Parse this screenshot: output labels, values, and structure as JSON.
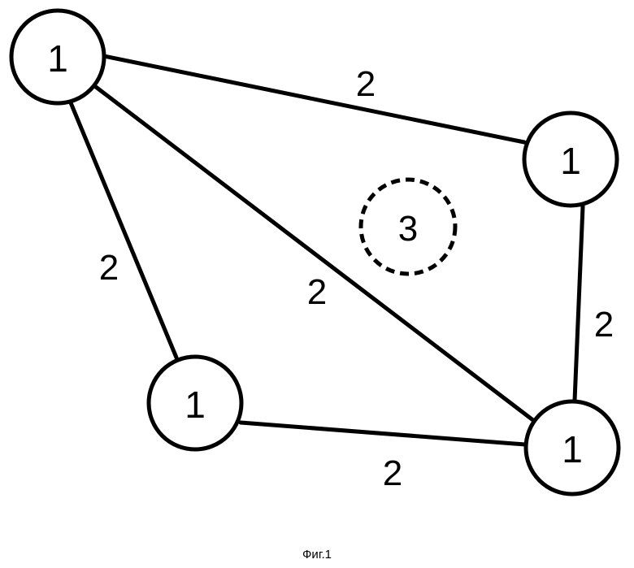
{
  "nodes": [
    {
      "id": "top-left",
      "label": "1"
    },
    {
      "id": "right-upper",
      "label": "1"
    },
    {
      "id": "bottom-left",
      "label": "1"
    },
    {
      "id": "bottom-right",
      "label": "1"
    }
  ],
  "edges": [
    {
      "from": "top-left",
      "to": "right-upper",
      "label": "2"
    },
    {
      "from": "top-left",
      "to": "bottom-left",
      "label": "2"
    },
    {
      "from": "top-left",
      "to": "bottom-right",
      "label": "2"
    },
    {
      "from": "right-upper",
      "to": "bottom-right",
      "label": "2"
    },
    {
      "from": "bottom-left",
      "to": "bottom-right",
      "label": "2"
    }
  ],
  "zone": {
    "label": "3",
    "style": "dashed"
  },
  "caption": "Фиг.1"
}
